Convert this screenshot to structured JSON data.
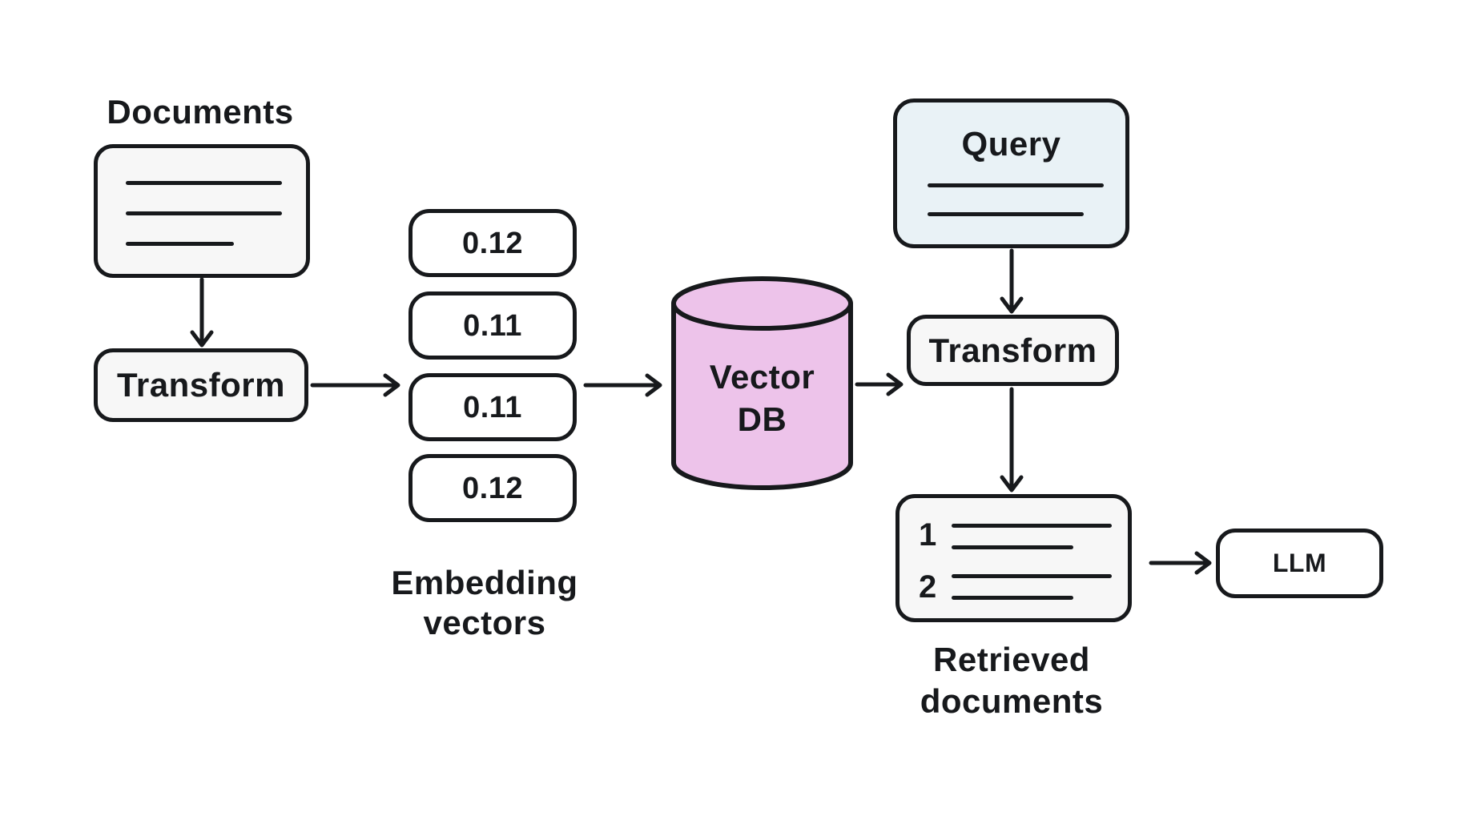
{
  "diagram": {
    "title_implicit": "RAG pipeline diagram",
    "documents": {
      "label": "Documents"
    },
    "transform_left": {
      "label": "Transform"
    },
    "embedding": {
      "values": [
        "0.12",
        "0.11",
        "0.11",
        "0.12"
      ],
      "caption_line1": "Embedding",
      "caption_line2": "vectors"
    },
    "vector_db": {
      "label_line1": "Vector",
      "label_line2": "DB"
    },
    "query": {
      "label": "Query"
    },
    "transform_right": {
      "label": "Transform"
    },
    "retrieved": {
      "item_numbers": [
        "1",
        "2"
      ],
      "caption_line1": "Retrieved",
      "caption_line2": "documents"
    },
    "llm": {
      "label": "LLM"
    },
    "colors": {
      "background": "#ffffff",
      "stroke_and_text": "#17191c",
      "box_fill": "#f7f7f7",
      "white_fill": "#ffffff",
      "query_fill": "#e9f2f6",
      "cylinder_fill": "#edc3ea"
    }
  }
}
